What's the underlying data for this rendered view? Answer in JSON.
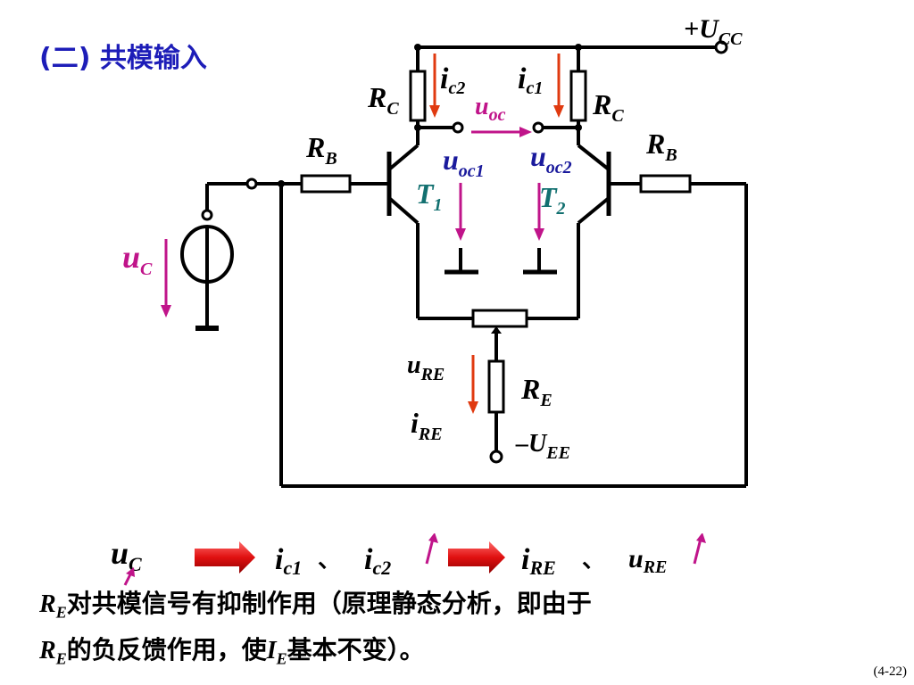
{
  "title": "(二) 共模输入",
  "labels": {
    "vcc_main": "+U",
    "vcc_sub": "CC",
    "rc": "R",
    "rc_sub": "C",
    "rb": "R",
    "rb_sub": "B",
    "ic2_main": "i",
    "ic2_sub": "c2",
    "ic1_main": "i",
    "ic1_sub": "c1",
    "uoc_main": "u",
    "uoc_sub": "oc",
    "uoc1_main": "u",
    "uoc1_sub": "oc1",
    "uoc2_main": "u",
    "uoc2_sub": "oc2",
    "t1_main": "T",
    "t1_sub": "1",
    "t2_main": "T",
    "t2_sub": "2",
    "uc_main": "u",
    "uc_sub": "C",
    "ure_main": "u",
    "ure_sub": "RE",
    "ire_main": "i",
    "ire_sub": "RE",
    "re_main": "R",
    "re_sub": "E",
    "vee_main": "–U",
    "vee_sub": "EE"
  },
  "equation": {
    "uc_main": "u",
    "uc_sub": "C",
    "ic1_main": "i",
    "ic1_sub": "c1",
    "sep1": "、",
    "ic2_main": "i",
    "ic2_sub": "c2",
    "ire_main": "i",
    "ire_sub": "RE",
    "sep2": "、",
    "ure_main": "u",
    "ure_sub": "RE"
  },
  "text": {
    "line1_re": "R",
    "line1_re_sub": "E",
    "line1_rest": "对共模信号有抑制作用（原理静态分析，即由于",
    "line2_re": "R",
    "line2_re_sub": "E",
    "line2_mid": "的负反馈作用，使",
    "line2_ie": "I",
    "line2_ie_sub": "E",
    "line2_end": "基本不变）。"
  },
  "page_number": "(4-22)",
  "colors": {
    "title": "#1d1db8",
    "red_arrow": "#e03a10",
    "magenta": "#c0148a",
    "navy": "#1a1a9c",
    "teal": "#127070"
  }
}
